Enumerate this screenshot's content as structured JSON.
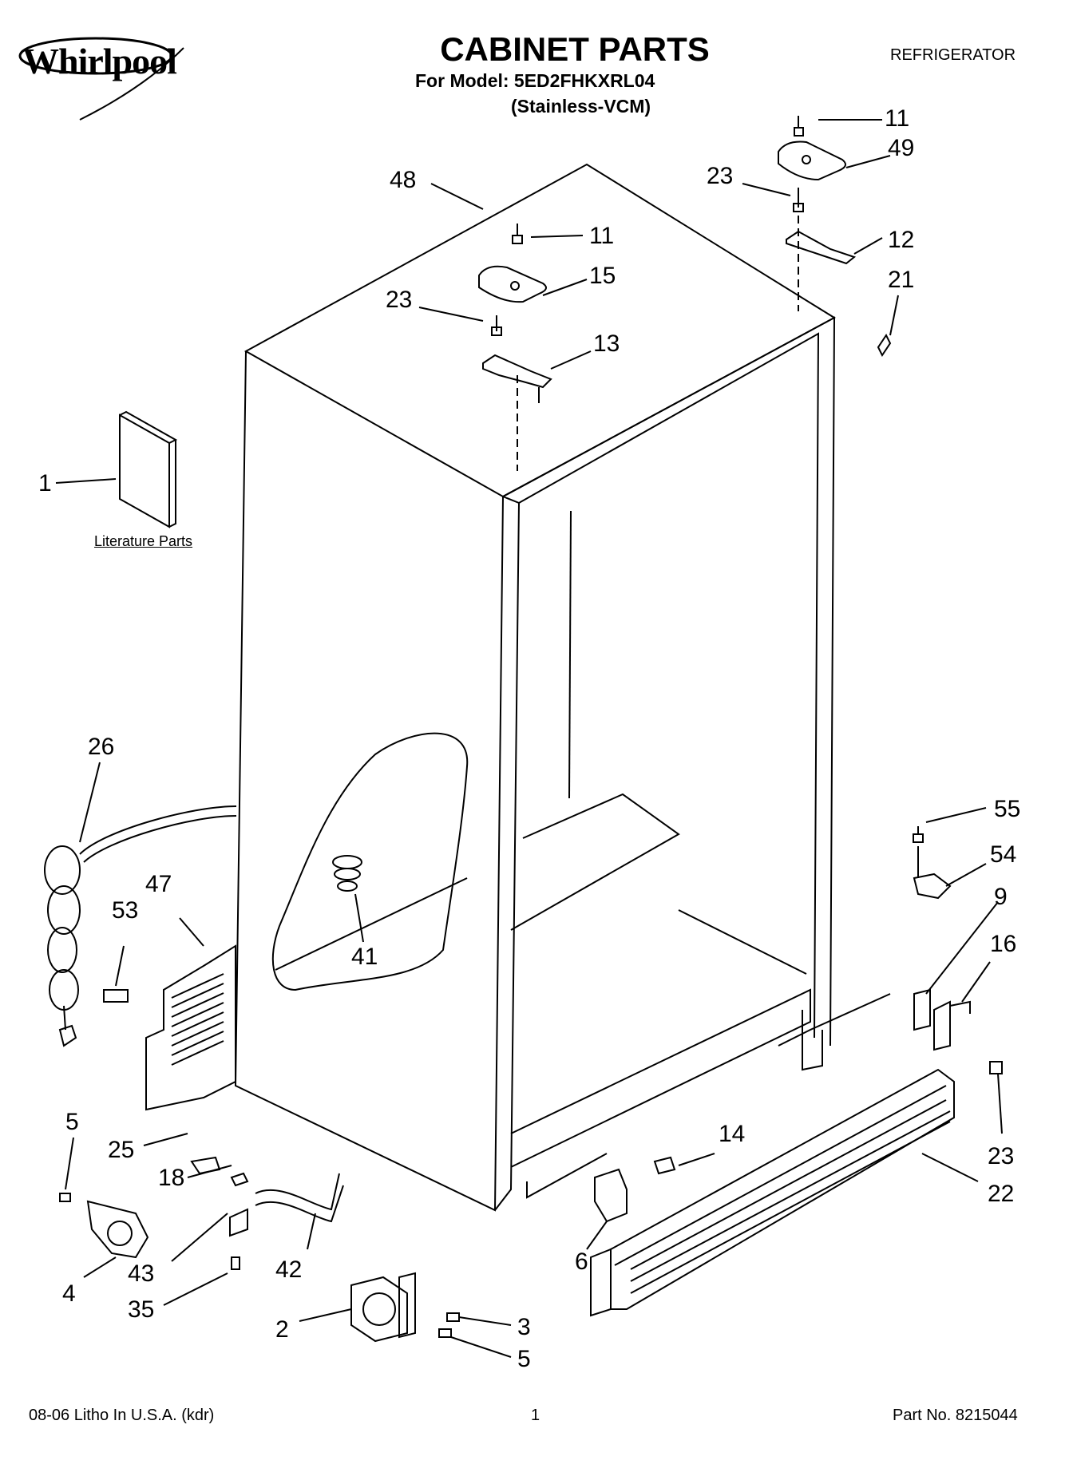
{
  "header": {
    "brand": "Whirlpool",
    "title": "CABINET PARTS",
    "model_line": "For Model: 5ED2FHKXRL04",
    "color_line": "(Stainless-VCM)",
    "category": "REFRIGERATOR"
  },
  "literature_label": "Literature Parts",
  "footer": {
    "left": "08-06 Litho In U.S.A. (kdr)",
    "page": "1",
    "part_no": "Part No. 8215044"
  },
  "callouts": [
    "11",
    "49",
    "23",
    "12",
    "21",
    "48",
    "11",
    "15",
    "23",
    "13",
    "1",
    "26",
    "47",
    "53",
    "41",
    "55",
    "54",
    "9",
    "16",
    "23",
    "22",
    "14",
    "6",
    "5",
    "25",
    "18",
    "4",
    "43",
    "42",
    "35",
    "2",
    "3",
    "5"
  ],
  "icons": {
    "cabinet": "refrigerator-cabinet-outline",
    "screw": "screw-icon",
    "hinge": "hinge-icon",
    "grille": "grille-icon",
    "cord": "power-cord-icon"
  }
}
